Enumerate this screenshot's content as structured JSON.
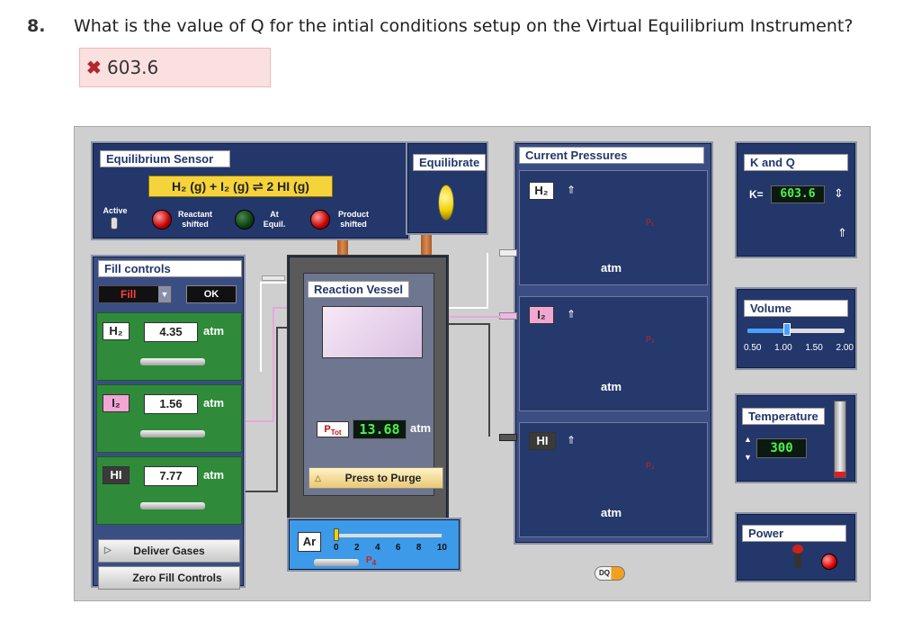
{
  "question": {
    "number": "8.",
    "text": "What is the value of Q for the intial conditions setup on the Virtual Equilibrium Instrument?",
    "answer": "603.6",
    "answer_status": "incorrect"
  },
  "sensor": {
    "title": "Equilibrium Sensor",
    "reaction": "H₂ (g) + I₂ (g) ⇌ 2 HI (g)",
    "active_label": "Active",
    "lamp1_label": "Reactant shifted",
    "lamp2_label": "At Equil.",
    "lamp3_label": "Product shifted"
  },
  "equilibrate": {
    "label": "Equilibrate"
  },
  "current_pressures": {
    "title": "Current Pressures",
    "gases": [
      {
        "label": "H₂",
        "unit": "atm"
      },
      {
        "label": "I₂",
        "unit": "atm"
      },
      {
        "label": "HI",
        "unit": "atm"
      }
    ]
  },
  "kq": {
    "title": "K and Q",
    "k_label": "K=",
    "k_value": "603.6"
  },
  "volume": {
    "title": "Volume",
    "ticks": [
      "0.50",
      "1.00",
      "1.50",
      "2.00"
    ]
  },
  "temperature": {
    "title": "Temperature",
    "value": "300"
  },
  "power": {
    "title": "Power"
  },
  "fill": {
    "title": "Fill controls",
    "mode": "Fill",
    "ok_label": "OK",
    "rows": [
      {
        "gas": "H₂",
        "value": "4.35",
        "unit": "atm"
      },
      {
        "gas": "I₂",
        "value": "1.56",
        "unit": "atm"
      },
      {
        "gas": "HI",
        "value": "7.77",
        "unit": "atm"
      }
    ],
    "deliver_label": "Deliver Gases",
    "zero_label": "Zero Fill Controls"
  },
  "vessel": {
    "title": "Reaction Vessel",
    "ptot_label": "PTot",
    "ptot_value": "13.68",
    "ptot_unit": "atm",
    "purge_label": "Press to Purge"
  },
  "argon": {
    "label": "Ar",
    "ticks": [
      "0",
      "2",
      "4",
      "6",
      "8",
      "10"
    ],
    "p4_label": "P4"
  },
  "dq_label": "DQ"
}
